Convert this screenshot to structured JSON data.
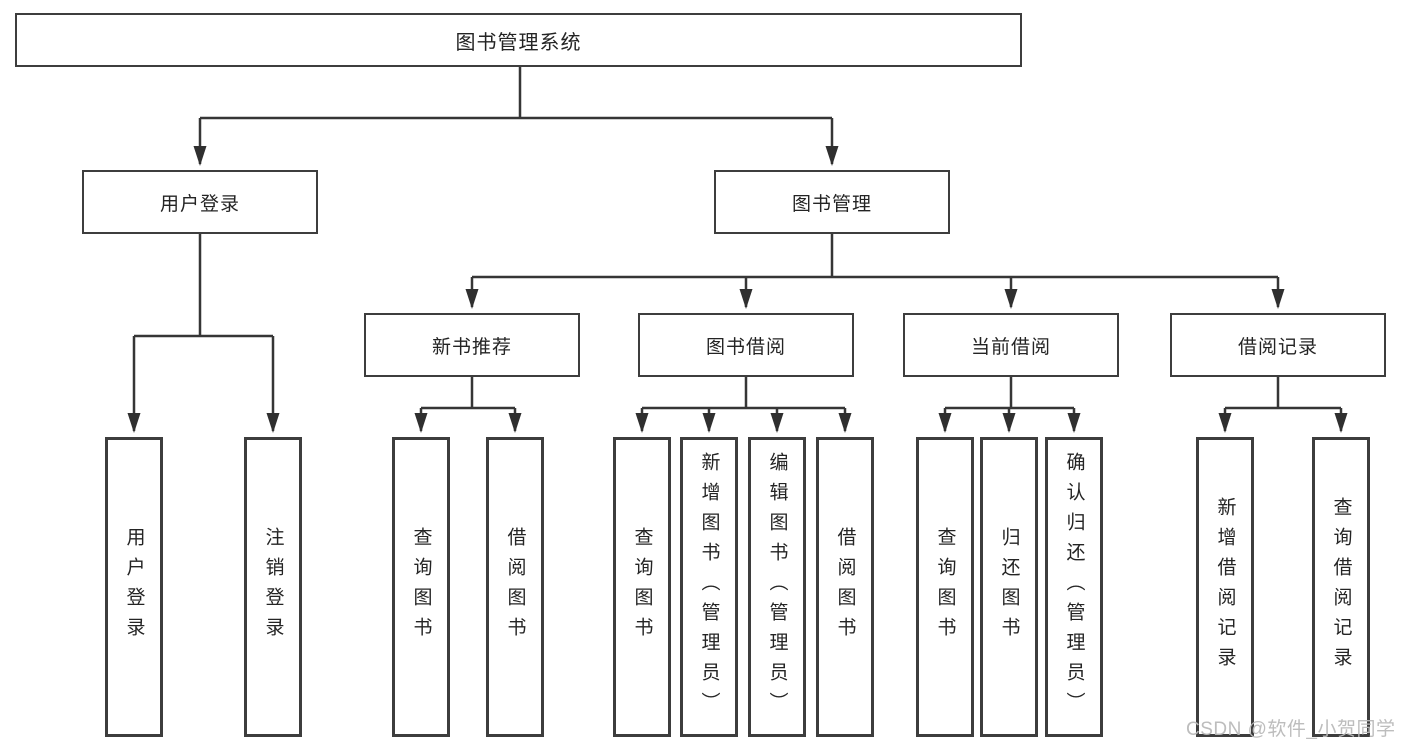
{
  "diagram": {
    "root": {
      "label": "图书管理系统"
    },
    "branches": [
      {
        "label": "用户登录",
        "children": [
          {
            "label": "用户登录"
          },
          {
            "label": "注销登录"
          }
        ]
      },
      {
        "label": "图书管理",
        "children": [
          {
            "label": "新书推荐",
            "children": [
              {
                "label": "查询图书"
              },
              {
                "label": "借阅图书"
              }
            ]
          },
          {
            "label": "图书借阅",
            "children": [
              {
                "label": "查询图书"
              },
              {
                "label": "新增图书（管理员）"
              },
              {
                "label": "编辑图书（管理员）"
              },
              {
                "label": "借阅图书"
              }
            ]
          },
          {
            "label": "当前借阅",
            "children": [
              {
                "label": "查询图书"
              },
              {
                "label": "归还图书"
              },
              {
                "label": "确认归还（管理员）"
              }
            ]
          },
          {
            "label": "借阅记录",
            "children": [
              {
                "label": "新增借阅记录"
              },
              {
                "label": "查询借阅记录"
              }
            ]
          }
        ]
      }
    ],
    "watermark": "CSDN @软件_小贺同学",
    "colors": {
      "line": "#363636",
      "border": "#3d3d3d",
      "text": "#242424",
      "watermark": "#b9b9b9",
      "background": "#ffffff"
    }
  }
}
